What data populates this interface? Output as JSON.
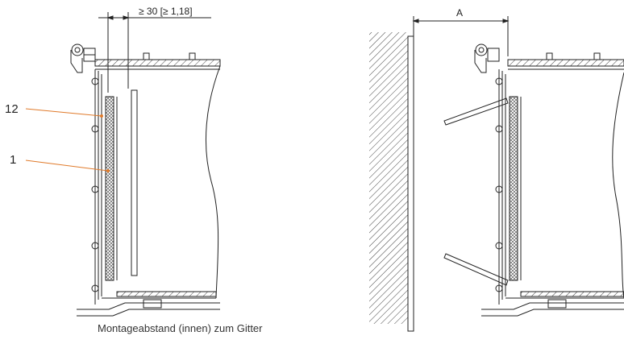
{
  "diagram": {
    "dimension_label": "≥ 30 [≥ 1,18]",
    "callouts": [
      "12",
      "1"
    ],
    "distance_label": "A",
    "caption": "Montageabstand (innen) zum Gitter"
  },
  "colors": {
    "line": "#222222",
    "leader": "#e07a2a",
    "hatch": "#555555"
  }
}
